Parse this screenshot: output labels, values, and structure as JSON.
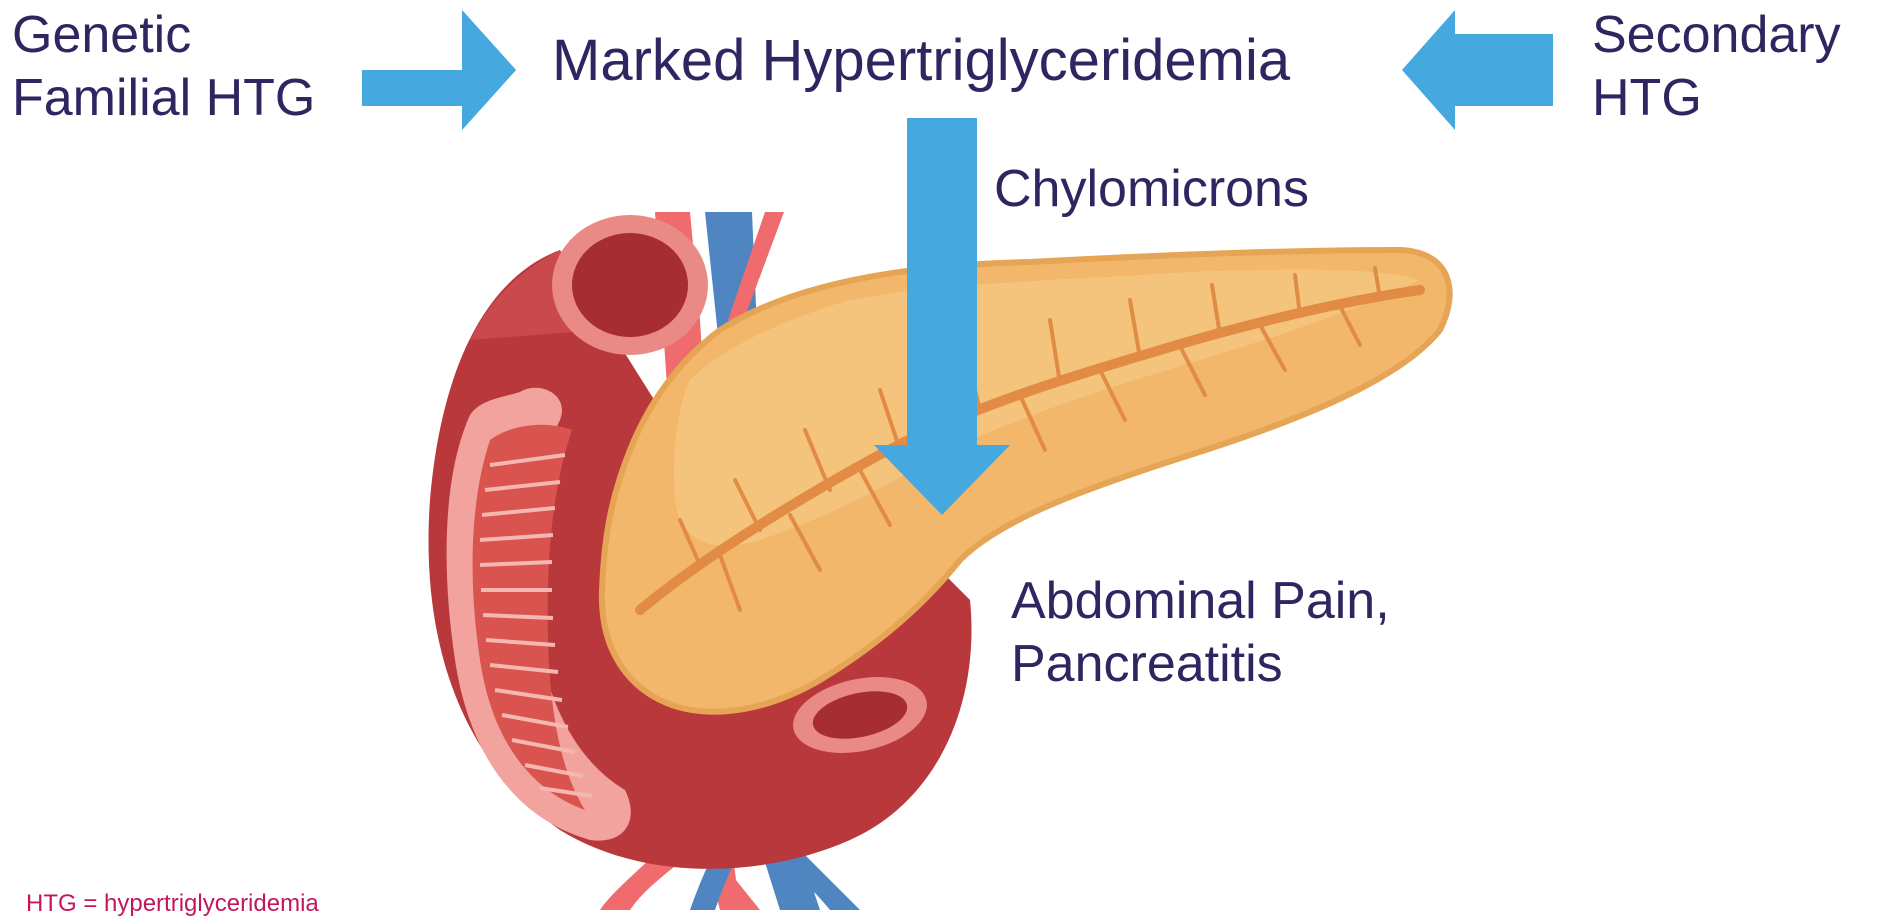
{
  "diagram": {
    "left_source": {
      "lines": [
        "Genetic",
        "Familial HTG"
      ]
    },
    "center_title": "Marked Hypertriglyceridemia",
    "right_source": {
      "lines": [
        "Secondary",
        "HTG"
      ]
    },
    "down_arrow_label": "Chylomicrons",
    "outcome": {
      "lines": [
        "Abdominal Pain,",
        "Pancreatitis"
      ]
    },
    "footnote": "HTG = hypertriglyceridemia"
  },
  "colors": {
    "text": "#2d2660",
    "arrow": "#45a8df",
    "pancreas": "#f2b76a",
    "pancreatic_duct": "#e28b45",
    "duodenum": "#b8383c",
    "artery": "#ef6b6e",
    "vein": "#4f86c1",
    "footnote": "#c2185b"
  },
  "icons": {
    "left_arrow": "right-arrow-icon",
    "right_arrow": "left-arrow-icon",
    "down_arrow": "down-arrow-icon"
  }
}
